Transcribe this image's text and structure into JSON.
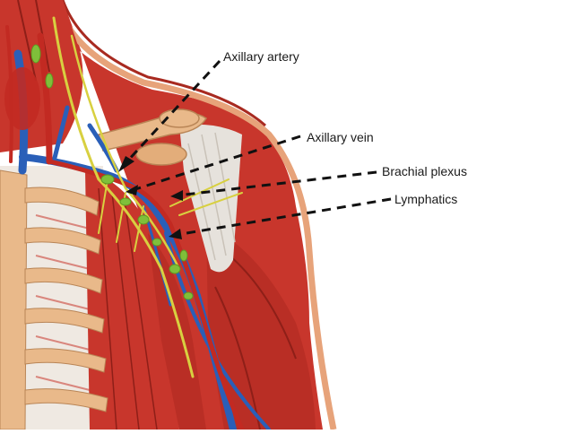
{
  "labels": {
    "axillary_artery": "Axillary artery",
    "axillary_vein": "Axillary vein",
    "brachial_plexus": "Brachial plexus",
    "lymphatics": "Lymphatics"
  },
  "colors": {
    "muscle": "#c8362c",
    "muscle_dark": "#8e1f18",
    "bone": "#e9b98a",
    "rib_white": "#efe9e2",
    "vein": "#2a5fb8",
    "artery": "#c22a22",
    "nerve": "#d8d040",
    "lymph": "#7fbf3a",
    "tendon": "#e6e2dc",
    "leader": "#111111"
  }
}
